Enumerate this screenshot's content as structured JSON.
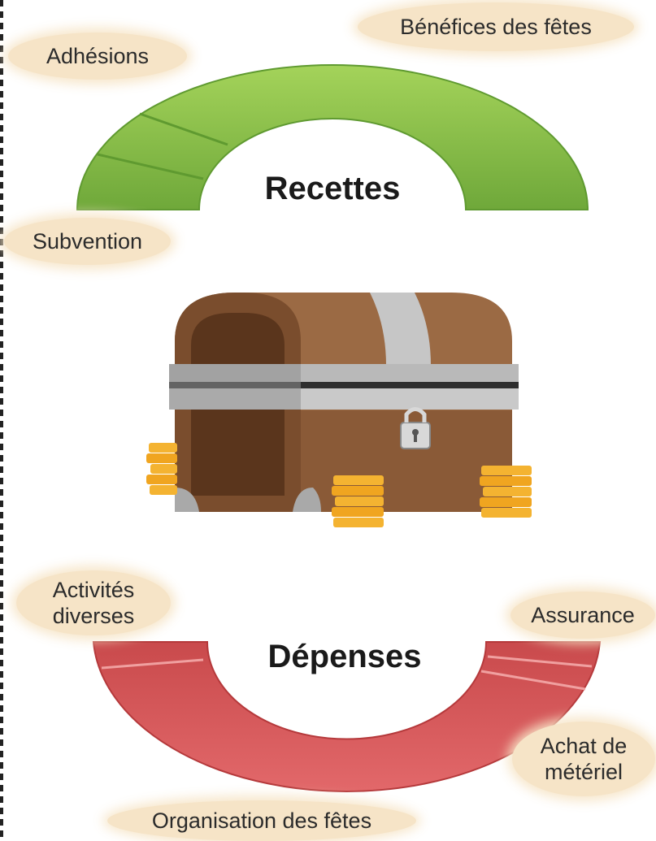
{
  "income": {
    "title": "Recettes",
    "items": [
      "Adhésions",
      "Bénéfices des fêtes",
      "Subvention"
    ],
    "arc_color": "#8cc44c"
  },
  "expenses": {
    "title": "Dépenses",
    "items": [
      "Activités\ndiverses",
      "Assurance",
      "Achat de\nmétériel",
      "Organisation des fêtes"
    ],
    "arc_color": "#d85a5c"
  },
  "center_icon": "treasure-chest-icon"
}
